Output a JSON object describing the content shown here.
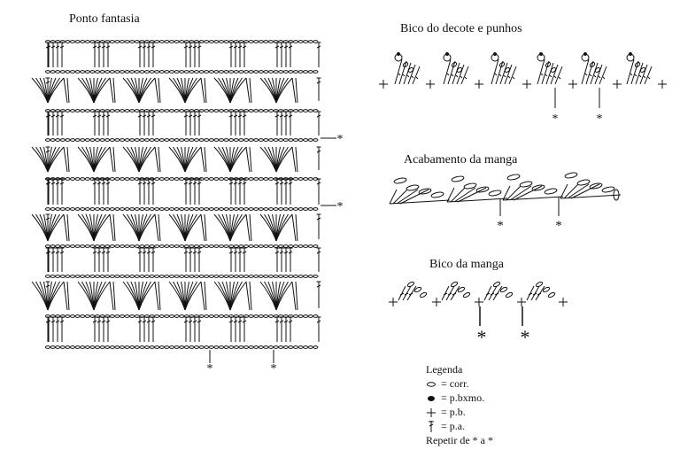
{
  "panels": {
    "main": {
      "title": "Ponto fantasia"
    },
    "bico_decote": {
      "title": "Bico do  decote e punhos"
    },
    "acabamento": {
      "title": "Acabamento da manga"
    },
    "bico_manga": {
      "title": "Bico da manga"
    }
  },
  "markers": {
    "repeat_mark": "*"
  },
  "legend": {
    "title": "Legenda",
    "items": [
      {
        "symbol": "chain-oval",
        "text": "= corr."
      },
      {
        "symbol": "dot",
        "text": "= p.bxmo."
      },
      {
        "symbol": "plus",
        "text": "= p.b."
      },
      {
        "symbol": "dc-stitch",
        "text": "= p.a."
      }
    ],
    "repeat": "Repetir de * a *"
  }
}
